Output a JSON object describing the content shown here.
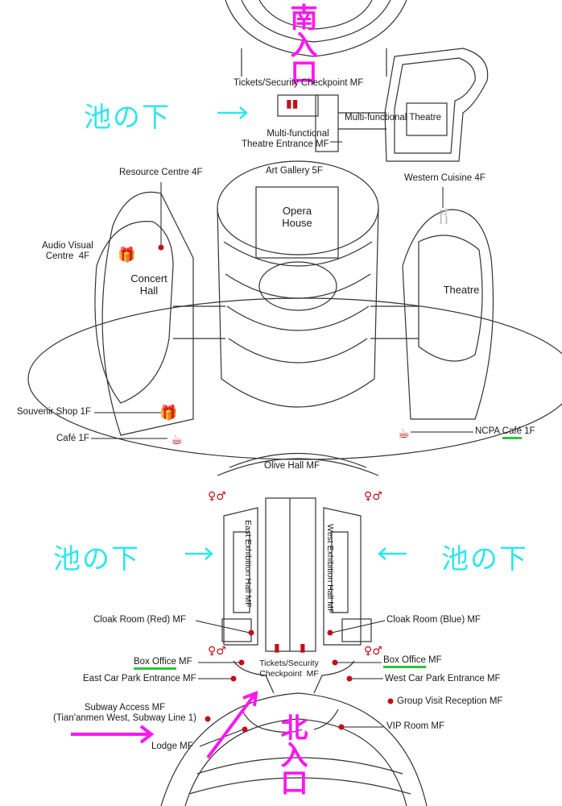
{
  "entrances": {
    "south": "南入口",
    "north": "北入口"
  },
  "notes": {
    "under_pond_top": "池の下",
    "under_pond_left": "池の下",
    "under_pond_right": "池の下"
  },
  "labels": {
    "tickets_top": "Tickets/Security Checkpoint  MF",
    "multi_theatre": "Multi-functional Theatre",
    "multi_entrance": "Multi-functional\nTheatre Entrance MF",
    "art_gallery": "Art Gallery  5F",
    "resource_centre": "Resource Centre  4F",
    "western_cuisine": "Western Cuisine   4F",
    "opera_house": "Opera\nHouse",
    "audio_visual": "Audio Visual\nCentre  4F",
    "concert_hall": "Concert\nHall",
    "theatre": "Theatre",
    "souvenir_shop": "Souvenir Shop  1F",
    "cafe_left": "Café  1F",
    "ncpa_prefix": "NCPA ",
    "ncpa_cafe": "Café",
    "ncpa_floor": "  1F",
    "olive_hall": "Olive Hall  MF",
    "east_exhibition": "East Exhibition Hall  MF",
    "west_exhibition": "West Exhibition Hall  MF",
    "cloak_red": "Cloak Room  (Red)  MF",
    "cloak_blue": "Cloak Room  (Blue)  MF",
    "box_office_left": "Box Office",
    "box_office_left_floor": "  MF",
    "box_office_right": "Box Office",
    "box_office_right_floor": "  MF",
    "east_car_park": "East Car Park Entrance  MF",
    "west_car_park": "West Car Park Entrance  MF",
    "tickets_bottom": "Tickets/Security\nCheckpoint  MF",
    "group_visit": "Group Visit Reception MF",
    "subway_access": "Subway Access MF\n(Tian'anmen West, Subway Line 1)",
    "lodge": "Lodge  MF",
    "vip_room": "VIP Room  MF"
  },
  "colors": {
    "accent_red": "#c0101a",
    "cyan_note": "#2ee6ee",
    "magenta": "#ff17f0",
    "green_underline": "#2cc63a",
    "line": "#333333"
  },
  "icons": [
    "restroom-icon",
    "restaurant-icon",
    "gift-icon",
    "coffee-cup-icon",
    "location-dot-icon",
    "arrow-icon"
  ]
}
